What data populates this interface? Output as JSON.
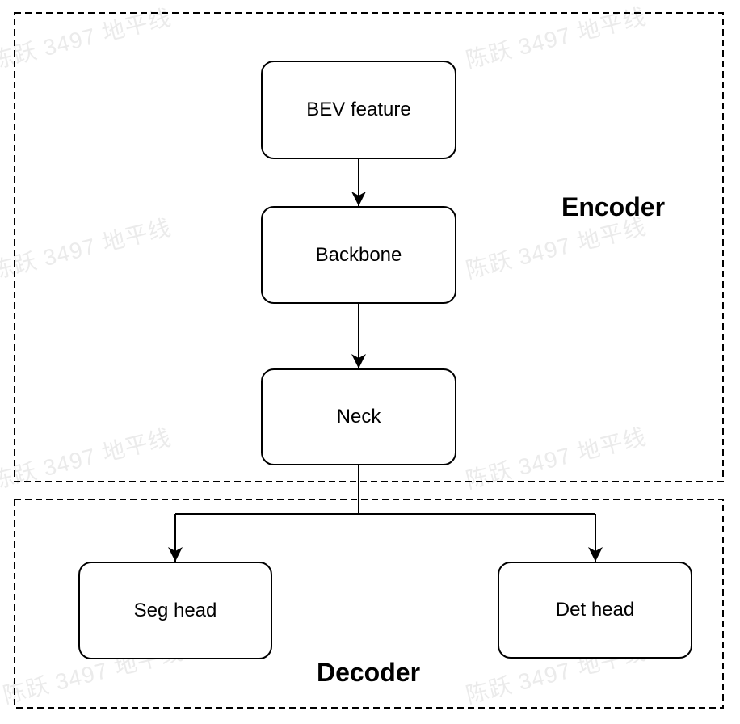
{
  "watermark": {
    "text": "陈跃 3497 地平线",
    "color": "#ebebeb"
  },
  "diagram": {
    "colors": {
      "stroke": "#000000",
      "background": "#ffffff"
    },
    "groups": [
      {
        "id": "encoder",
        "label": "Encoder"
      },
      {
        "id": "decoder",
        "label": "Decoder"
      }
    ],
    "nodes": [
      {
        "id": "bev-feature",
        "label": "BEV feature"
      },
      {
        "id": "backbone",
        "label": "Backbone"
      },
      {
        "id": "neck",
        "label": "Neck"
      },
      {
        "id": "seg-head",
        "label": "Seg head"
      },
      {
        "id": "det-head",
        "label": "Det head"
      }
    ],
    "edges": [
      {
        "from": "bev-feature",
        "to": "backbone"
      },
      {
        "from": "backbone",
        "to": "neck"
      },
      {
        "from": "neck",
        "to": "seg-head"
      },
      {
        "from": "neck",
        "to": "det-head"
      }
    ]
  }
}
